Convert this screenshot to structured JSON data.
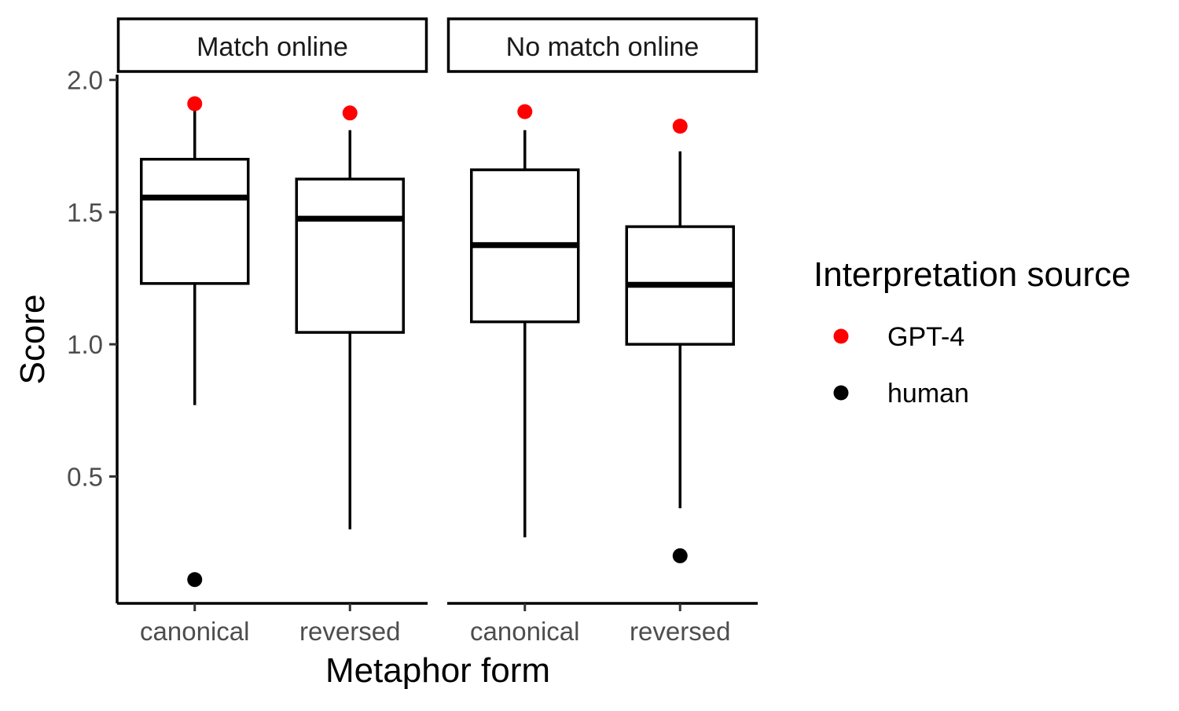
{
  "chart_data": {
    "type": "box",
    "facets": [
      {
        "label": "Match online",
        "groups": [
          {
            "category": "canonical",
            "box": {
              "lower_whisker": 0.77,
              "q1": 1.23,
              "median": 1.555,
              "q3": 1.7,
              "upper_whisker": 1.89
            },
            "points": [
              {
                "source": "GPT-4",
                "y": 1.91
              },
              {
                "source": "human",
                "y": 0.11
              }
            ]
          },
          {
            "category": "reversed",
            "box": {
              "lower_whisker": 0.3,
              "q1": 1.045,
              "median": 1.475,
              "q3": 1.625,
              "upper_whisker": 1.81
            },
            "points": [
              {
                "source": "GPT-4",
                "y": 1.875
              }
            ]
          }
        ]
      },
      {
        "label": "No match online",
        "groups": [
          {
            "category": "canonical",
            "box": {
              "lower_whisker": 0.27,
              "q1": 1.085,
              "median": 1.375,
              "q3": 1.66,
              "upper_whisker": 1.81
            },
            "points": [
              {
                "source": "GPT-4",
                "y": 1.88
              }
            ]
          },
          {
            "category": "reversed",
            "box": {
              "lower_whisker": 0.38,
              "q1": 1.0,
              "median": 1.225,
              "q3": 1.445,
              "upper_whisker": 1.73
            },
            "points": [
              {
                "source": "GPT-4",
                "y": 1.825
              },
              {
                "source": "human",
                "y": 0.2
              }
            ]
          }
        ]
      }
    ],
    "xlabel": "Metaphor form",
    "ylabel": "Score",
    "ylim": [
      0.02,
      2.02
    ],
    "yticks": [
      {
        "value": 0.5,
        "label": "0.5"
      },
      {
        "value": 1.0,
        "label": "1.0"
      },
      {
        "value": 1.5,
        "label": "1.5"
      },
      {
        "value": 2.0,
        "label": "2.0"
      }
    ],
    "grid": false,
    "legend": {
      "title": "Interpretation source",
      "placement": "right",
      "entries": [
        {
          "label": "GPT-4",
          "color": "#ff0000"
        },
        {
          "label": "human",
          "color": "#000000"
        }
      ]
    }
  }
}
